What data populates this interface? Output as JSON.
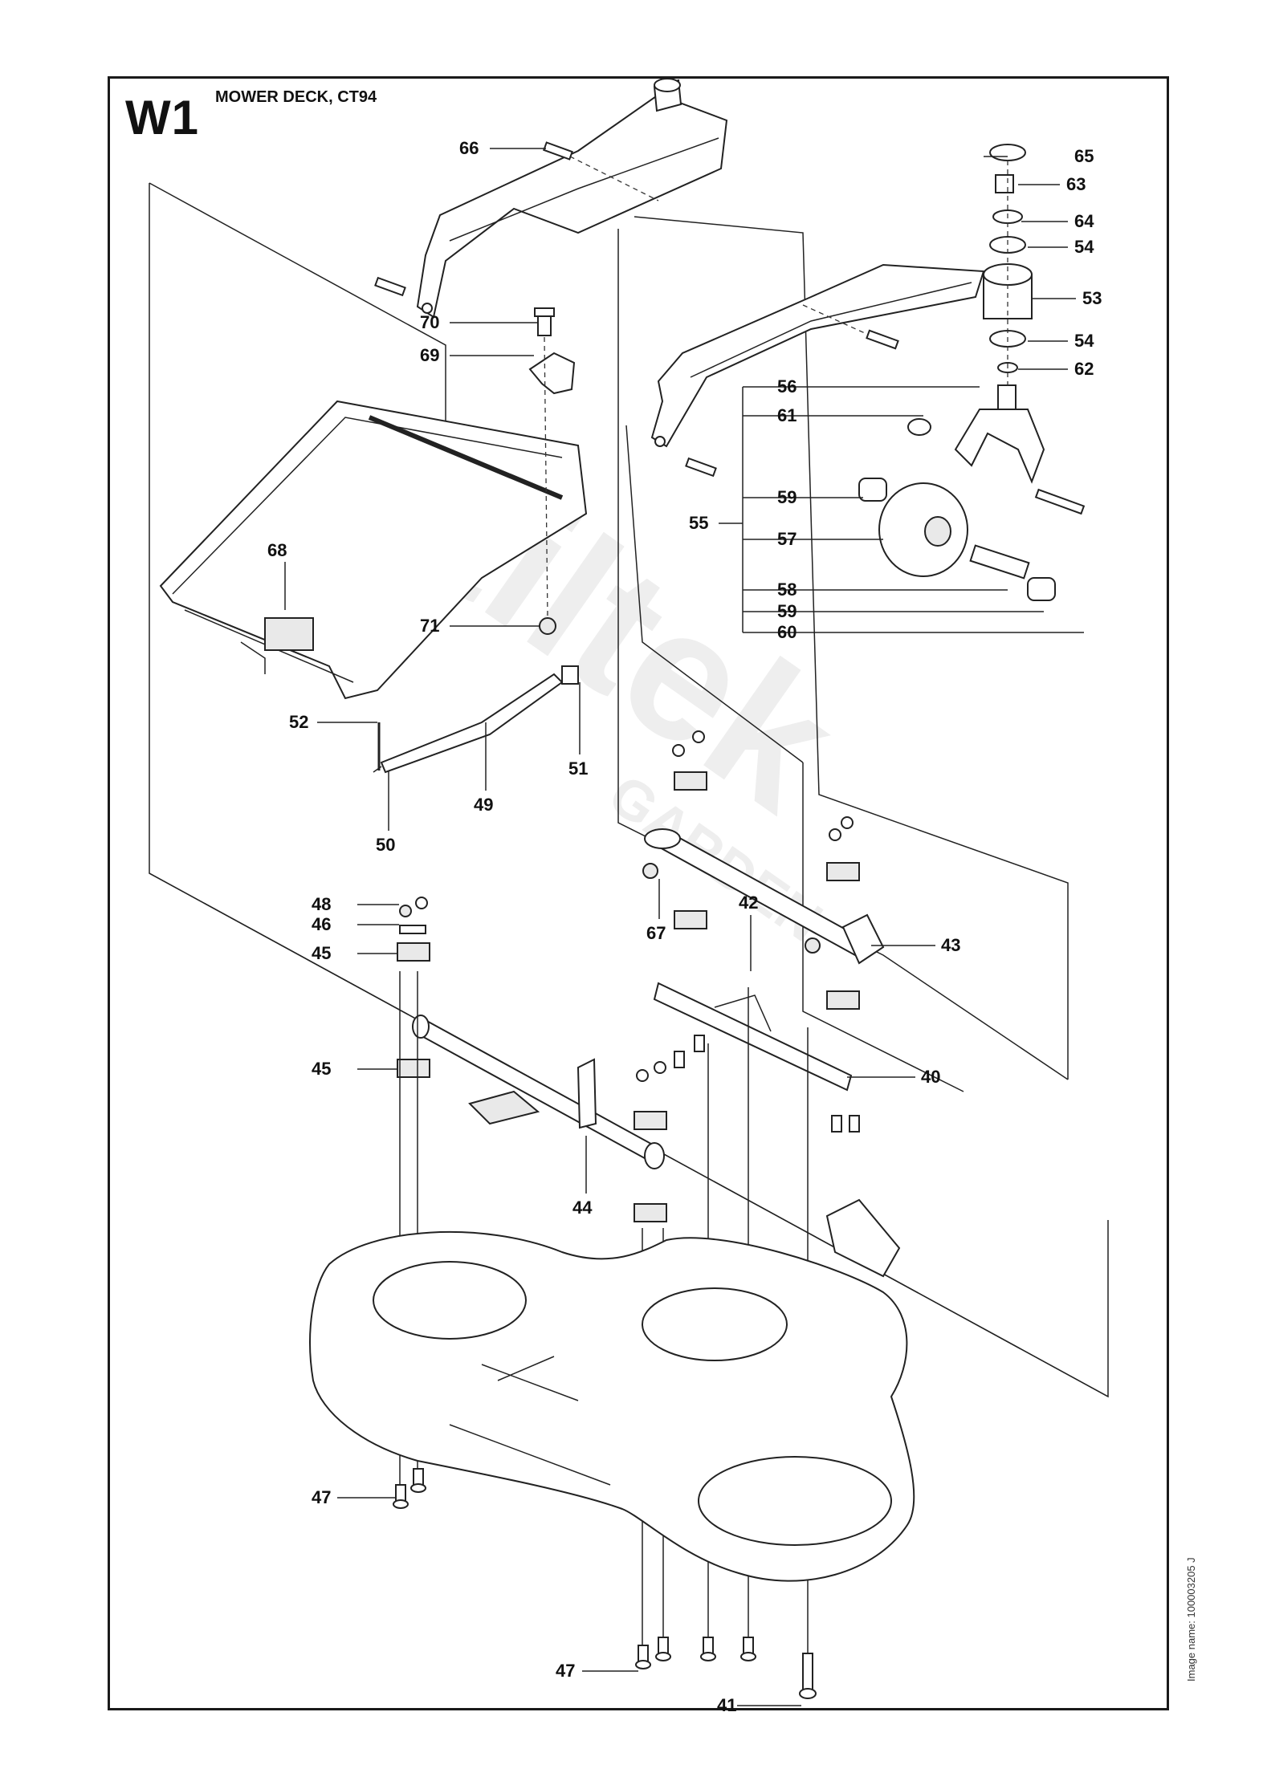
{
  "header": {
    "sheet_code": "W1",
    "sheet_title": "MOWER DECK, CT94"
  },
  "footer": {
    "image_name": "Image name: 100003205 J"
  },
  "watermark": {
    "text": "stiltek",
    "subtext": "GARDEN"
  },
  "callouts": {
    "p40": "40",
    "p41": "41",
    "p42": "42",
    "p43": "43",
    "p44": "44",
    "p45a": "45",
    "p45b": "45",
    "p46": "46",
    "p47a": "47",
    "p47b": "47",
    "p48": "48",
    "p49": "49",
    "p50": "50",
    "p51": "51",
    "p52": "52",
    "p53": "53",
    "p54a": "54",
    "p54b": "54",
    "p55": "55",
    "p56": "56",
    "p57": "57",
    "p58": "58",
    "p59a": "59",
    "p59b": "59",
    "p60": "60",
    "p61": "61",
    "p62": "62",
    "p63": "63",
    "p64": "64",
    "p65": "65",
    "p66": "66",
    "p67": "67",
    "p68": "68",
    "p69": "69",
    "p70": "70",
    "p71": "71"
  }
}
